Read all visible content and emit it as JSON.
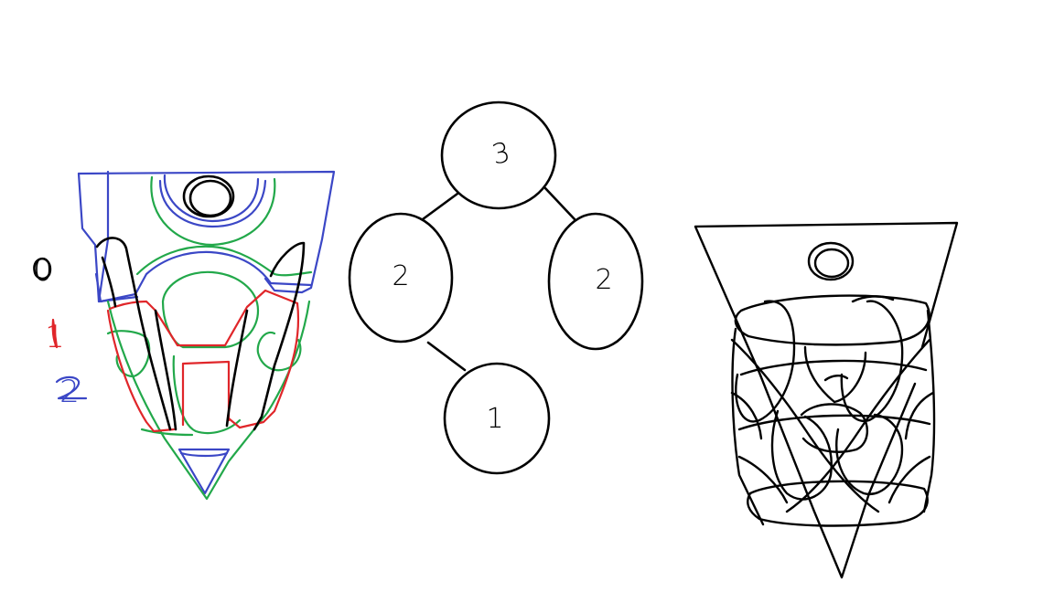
{
  "colors": {
    "background": "#ffffff",
    "ink_black": "#000000",
    "ink_red": "#e0262a",
    "ink_green": "#22a84a",
    "ink_blue": "#3b47c6"
  },
  "legend": {
    "items": [
      {
        "label": "0",
        "color_key": "ink_black"
      },
      {
        "label": "1",
        "color_key": "ink_red"
      },
      {
        "label": "2",
        "color_key": "ink_blue"
      }
    ]
  },
  "tree": {
    "nodes": [
      {
        "id": "root",
        "label": "3"
      },
      {
        "id": "left",
        "label": "2"
      },
      {
        "id": "right",
        "label": "2"
      },
      {
        "id": "leaf",
        "label": "1"
      }
    ],
    "edges": [
      {
        "from": "root",
        "to": "left"
      },
      {
        "from": "root",
        "to": "right"
      },
      {
        "from": "left",
        "to": "leaf"
      }
    ]
  }
}
